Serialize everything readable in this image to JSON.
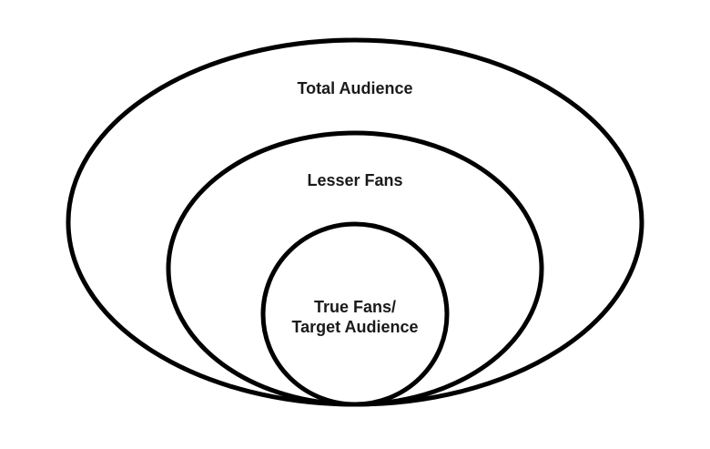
{
  "diagram": {
    "outer_label": "Total Audience",
    "middle_label": "Lesser Fans",
    "inner_label_line1": "True Fans/",
    "inner_label_line2": "Target Audience"
  },
  "colors": {
    "stroke": "#000000",
    "fill": "#ffffff",
    "text": "#1a1a1a"
  }
}
